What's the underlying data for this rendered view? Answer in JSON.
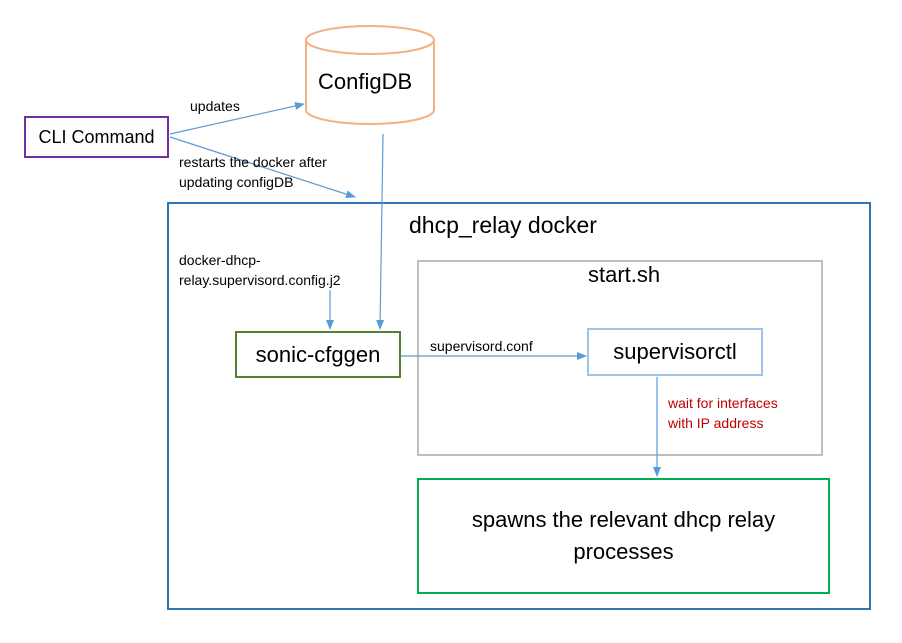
{
  "nodes": {
    "cli": "CLI Command",
    "configdb": "ConfigDB",
    "docker": "dhcp_relay docker",
    "startsh": "start.sh",
    "cfggen": "sonic-cfggen",
    "supervisorctl": "supervisorctl",
    "spawn_line1": "spawns the relevant dhcp relay",
    "spawn_line2": "processes"
  },
  "edges": {
    "updates": "updates",
    "restart_line1": "restarts the docker after",
    "restart_line2": "updating configDB",
    "template_line1": "docker-dhcp-",
    "template_line2": "relay.supervisord.config.j2",
    "conf": "supervisord.conf",
    "wait_line1": "wait for interfaces",
    "wait_line2": "with IP address"
  },
  "colors": {
    "cli_border": "#7030A0",
    "configdb_border": "#F4B183",
    "docker_border": "#2E75B6",
    "startsh_border": "#BFBFBF",
    "cfggen_border": "#548235",
    "supervisorctl_border": "#9DC3E6",
    "spawn_border": "#00B050",
    "arrow": "#5B9BD5",
    "wait_text": "#C00000"
  }
}
